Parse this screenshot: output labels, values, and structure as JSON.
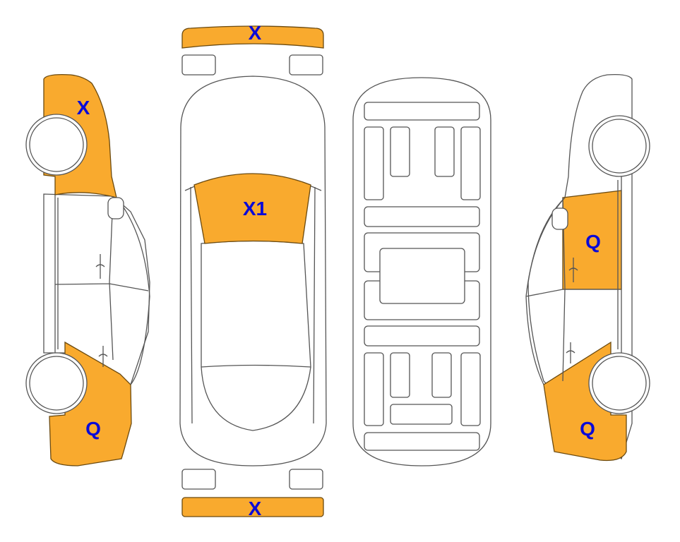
{
  "colors": {
    "damage": "#F9AA2E",
    "label": "#0A0AD8",
    "outline": "#555555"
  },
  "labels": {
    "left_front": "X",
    "left_rear": "Q",
    "front_bumper": "X",
    "windshield": "X1",
    "rear_bumper": "X",
    "right_rear_door": "Q",
    "right_rear_fender": "Q"
  }
}
